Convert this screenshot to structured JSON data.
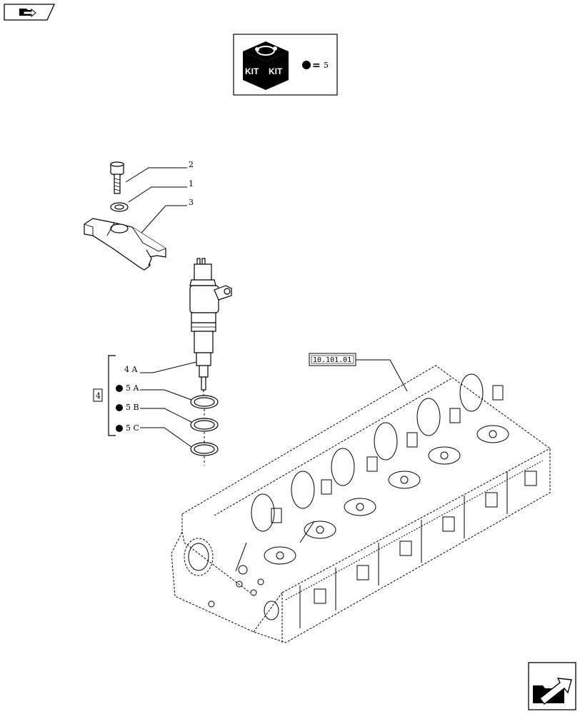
{
  "header": {
    "prev_nav_icon": "folder-arrow-icon",
    "next_nav_icon": "folder-arrow-icon"
  },
  "kit_legend": {
    "kit_text_left": "KIT",
    "kit_text_right": "KIT",
    "equals_sign": "=",
    "kit_number": "5"
  },
  "callouts": {
    "bolt": "2",
    "washer": "1",
    "clamp": "3",
    "injector": "4 A",
    "ring_a": "5 A",
    "ring_b": "5 B",
    "ring_c": "5 C",
    "group": "4"
  },
  "reference": {
    "cylinder_head_ref": "10.101.01"
  }
}
